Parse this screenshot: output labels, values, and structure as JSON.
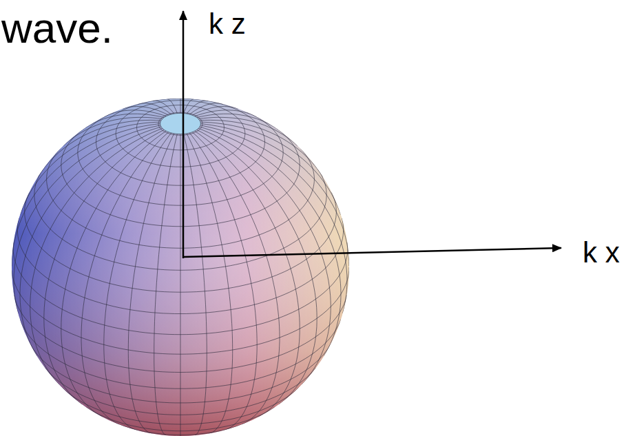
{
  "diagram": {
    "labels": [
      "wave.",
      "k z",
      "k x"
    ]
  }
}
